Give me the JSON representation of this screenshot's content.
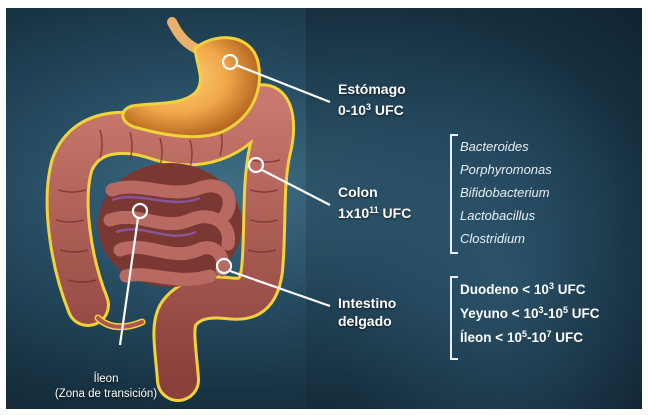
{
  "stomach": {
    "name": "Estómago",
    "count_prefix": "0-10",
    "count_exp": "3",
    "count_unit": " UFC"
  },
  "colon": {
    "name": "Colon",
    "count_prefix": "1x10",
    "count_exp": "11",
    "count_unit": " UFC"
  },
  "small_intestine": {
    "name_line1": "Intestino",
    "name_line2": "delgado"
  },
  "ileum": {
    "line1": "Íleon",
    "line2": "(Zona de transición)"
  },
  "colon_bacteria": [
    "Bacteroides",
    "Porphyromonas",
    "Bifidobacterium",
    "Lactobacillus",
    "Clostridium"
  ],
  "small_intestine_segments": [
    {
      "name": "Duodeno",
      "op": "<",
      "prefix": "10",
      "exp1": "3",
      "mid": "",
      "exp2": "",
      "unit": "UFC"
    },
    {
      "name": "Yeyuno",
      "op": "<",
      "prefix": "10",
      "exp1": "3",
      "mid": "-10",
      "exp2": "5",
      "unit": "UFC"
    },
    {
      "name": "Íleon",
      "op": "<",
      "prefix": "10",
      "exp1": "5",
      "mid": "-10",
      "exp2": "7",
      "unit": "UFC"
    }
  ],
  "colors": {
    "outline": "#f2d23a",
    "colon": "#b5635a",
    "stomach": "#f0a84a",
    "background": "#1d3d50"
  }
}
